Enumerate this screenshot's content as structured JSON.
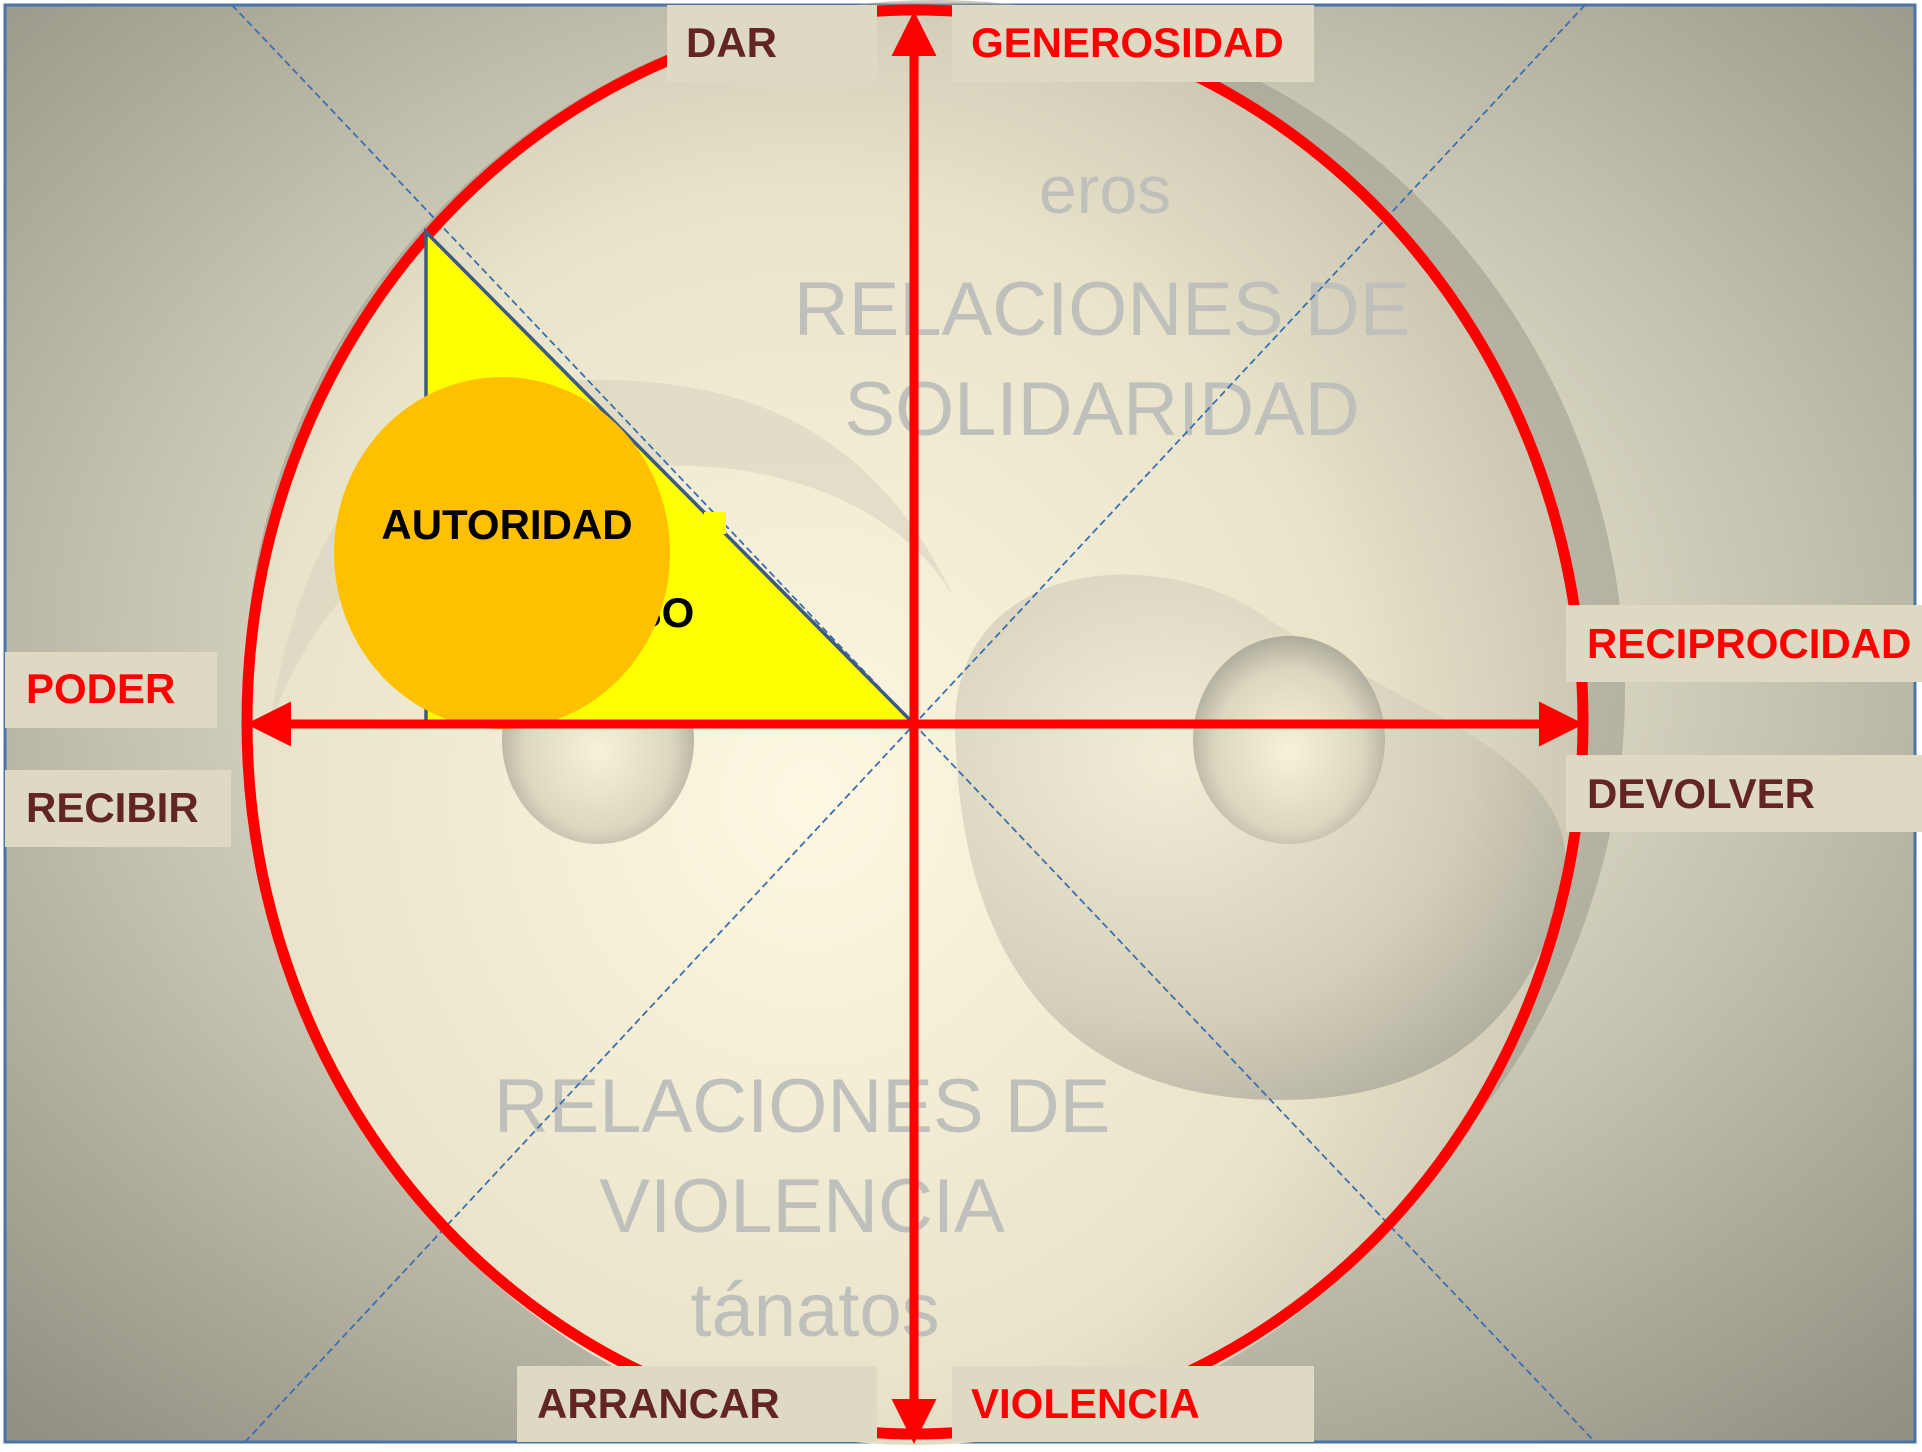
{
  "labels": {
    "dar": "DAR",
    "generosidad": "GENEROSIDAD",
    "poder": "PODER",
    "recibir": "RECIBIR",
    "reciprocidad": "RECIPROCIDAD",
    "devolver": "DEVOLVER",
    "arrancar": "ARRANCAR",
    "violencia": "VIOLENCIA"
  },
  "watermarks": {
    "eros": "eros",
    "solidaridad_line1": "RELACIONES DE",
    "solidaridad_line2": "SOLIDARIDAD",
    "violencia_line1": "RELACIONES DE",
    "violencia_line2": "VIOLENCIA",
    "tanatos": "tánatos"
  },
  "shapes": {
    "autoridad": "AUTORIDAD",
    "triangle_text_partial": "SO"
  },
  "colors": {
    "axis_red": "#ff0000",
    "label_dark": "#632523",
    "label_red": "#ff0000",
    "label_bg": "#ddd9c3",
    "triangle": "#ffff00",
    "autoridad_circle": "#ffc000",
    "guide_lines": "#3a6fb0"
  }
}
